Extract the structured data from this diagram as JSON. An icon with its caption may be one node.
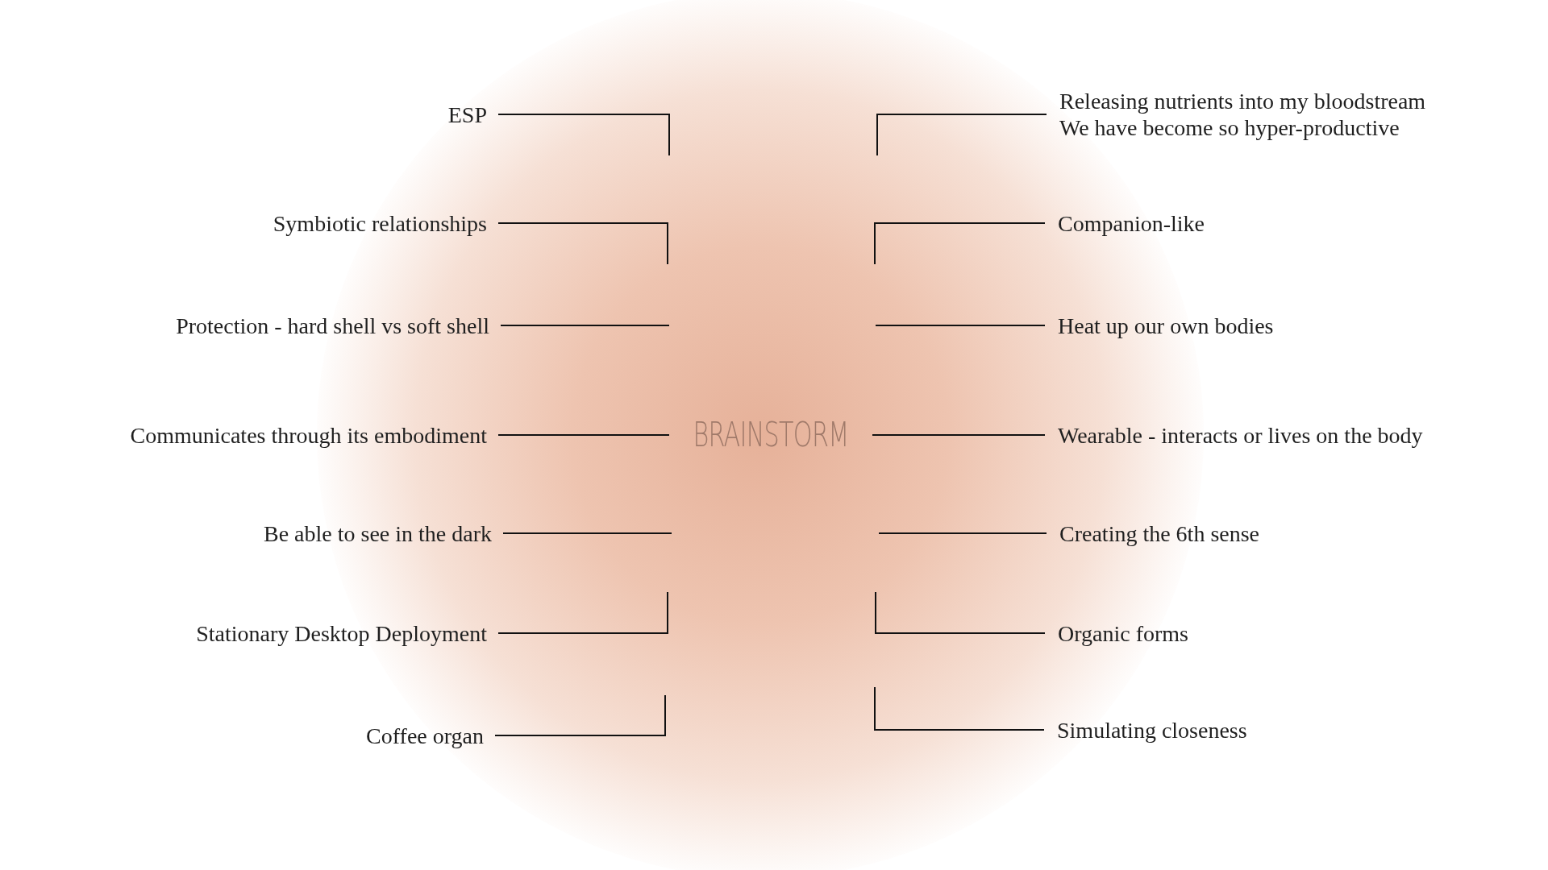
{
  "diagram": {
    "nodes": [
      {
        "text": [
          "BRAINSTORM"
        ]
      },
      {
        "text": [
          "ESP"
        ]
      },
      {
        "text": [
          "Symbiotic relationships"
        ]
      },
      {
        "text": [
          "Protection - hard shell vs soft shell"
        ]
      },
      {
        "text": [
          "Communicates through its embodiment"
        ]
      },
      {
        "text": [
          "Be able to see in the dark"
        ]
      },
      {
        "text": [
          "Stationary Desktop Deployment"
        ]
      },
      {
        "text": [
          "Coffee organ"
        ]
      },
      {
        "text": [
          "Releasing nutrients into my bloodstream",
          "We have become so hyper-productive"
        ]
      },
      {
        "text": [
          "Companion-like"
        ]
      },
      {
        "text": [
          "Heat up our own bodies"
        ]
      },
      {
        "text": [
          "Wearable - interacts or lives on the body"
        ]
      },
      {
        "text": [
          "Creating the 6th sense"
        ]
      },
      {
        "text": [
          "Organic forms"
        ]
      },
      {
        "text": [
          "Simulating closeness"
        ]
      }
    ],
    "edges": [
      {
        "from": 1,
        "to": null,
        "arrow": "none"
      },
      {
        "from": 2,
        "to": null,
        "arrow": "none"
      },
      {
        "from": 3,
        "to": null,
        "arrow": "none"
      },
      {
        "from": 4,
        "to": 0,
        "arrow": "none"
      },
      {
        "from": 5,
        "to": null,
        "arrow": "none"
      },
      {
        "from": 6,
        "to": null,
        "arrow": "none"
      },
      {
        "from": 7,
        "to": null,
        "arrow": "none"
      },
      {
        "from": 8,
        "to": null,
        "arrow": "none"
      },
      {
        "from": 9,
        "to": null,
        "arrow": "none"
      },
      {
        "from": 10,
        "to": null,
        "arrow": "none"
      },
      {
        "from": 11,
        "to": 0,
        "arrow": "none"
      },
      {
        "from": 12,
        "to": null,
        "arrow": "none"
      },
      {
        "from": 13,
        "to": null,
        "arrow": "none"
      },
      {
        "from": 14,
        "to": null,
        "arrow": "none"
      }
    ]
  }
}
